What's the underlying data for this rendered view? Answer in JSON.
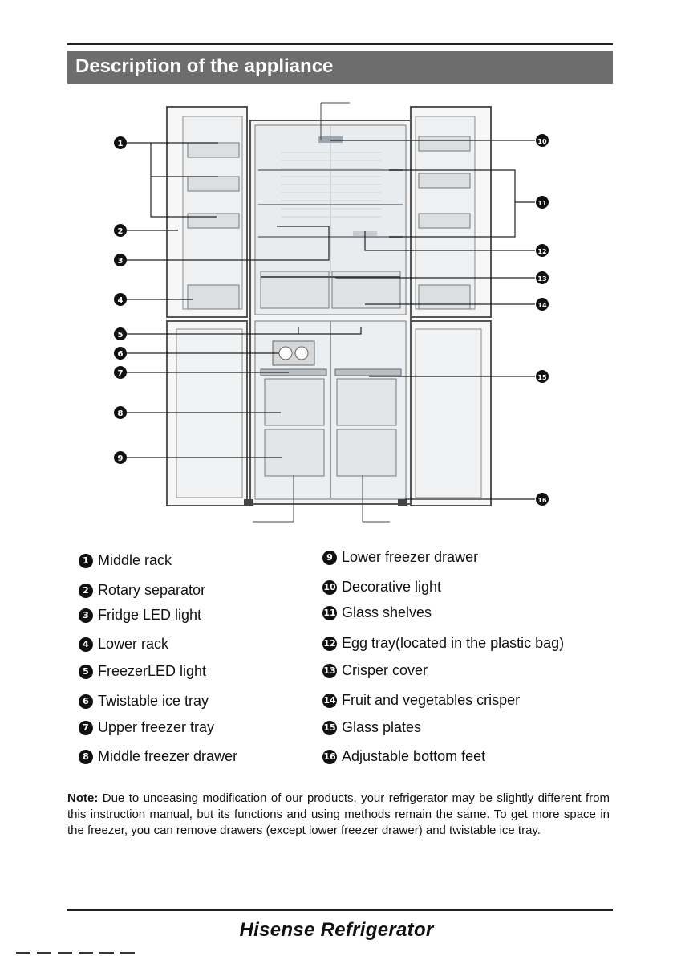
{
  "header": {
    "title": "Description of the appliance"
  },
  "figure": {
    "callouts": [
      "1",
      "2",
      "3",
      "4",
      "5",
      "6",
      "7",
      "8",
      "9",
      "10",
      "11",
      "12",
      "13",
      "14",
      "15",
      "16"
    ]
  },
  "legend": [
    {
      "num": "1",
      "label": "Middle rack"
    },
    {
      "num": "2",
      "label": "Rotary separator"
    },
    {
      "num": "3",
      "label": "Fridge LED light"
    },
    {
      "num": "4",
      "label": "Lower rack"
    },
    {
      "num": "5",
      "label": "FreezerLED light"
    },
    {
      "num": "6",
      "label": "Twistable  ice  tray"
    },
    {
      "num": "7",
      "label": "Upper freezer tray"
    },
    {
      "num": "8",
      "label": "Middle freezer drawer"
    },
    {
      "num": "9",
      "label": "Lower freezer drawer"
    },
    {
      "num": "10",
      "label": "Decorative light"
    },
    {
      "num": "11",
      "label": "Glass  shelves"
    },
    {
      "num": "12",
      "label": "Egg tray(located in the plastic bag)"
    },
    {
      "num": "13",
      "label": "Crisper cover"
    },
    {
      "num": "14",
      "label": "Fruit and vegetables crisper"
    },
    {
      "num": "15",
      "label": "Glass  plates"
    },
    {
      "num": "16",
      "label": "Adjustable bottom feet"
    }
  ],
  "note": {
    "label": "Note:",
    "text": " Due to unceasing modification of our products, your refrigerator may be slightly different from this instruction manual, but its functions and using methods remain the same. To get more space in the freezer, you can remove drawers (except lower freezer drawer) and twistable ice tray."
  },
  "footer": {
    "brand": "Hisense Refrigerator"
  }
}
